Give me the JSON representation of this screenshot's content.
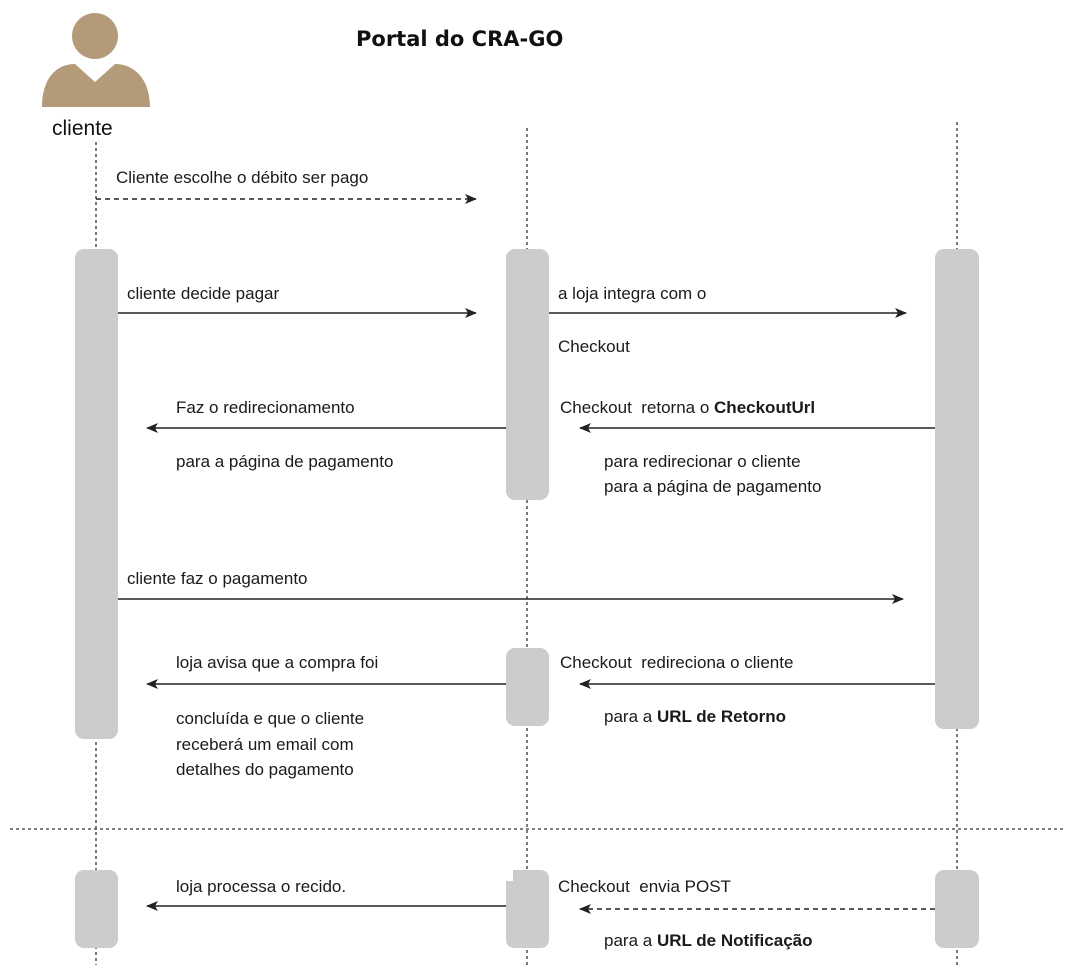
{
  "title": "Portal do CRA-GO",
  "actor": {
    "label": "cliente",
    "icon": "user-icon",
    "color": "#b39b7a"
  },
  "colors": {
    "activation_bar": "#cccccc",
    "lines": "#222222",
    "text": "#1a1a1a"
  },
  "messages": {
    "choose_debt": "Cliente escolhe o débito ser pago",
    "decide_pay": "cliente decide pagar",
    "integrate_line1": "a loja integra com o",
    "integrate_line2": "Checkout",
    "redirect_line1": "Faz o redirecionamento",
    "redirect_line2": "para a página de pagamento",
    "returns_prefix": "Checkout  retorna o ",
    "returns_bold": "CheckoutUrl",
    "returns_line2": "para redirecionar o cliente",
    "returns_line3": "para a página de pagamento",
    "pays": "cliente faz o pagamento",
    "notify_line1": "loja avisa que a compra foi",
    "notify_line2": "concluída e que o cliente",
    "notify_line3": "receberá um email com",
    "notify_line4": "detalhes do pagamento",
    "redirects_line1": "Checkout  redireciona o cliente",
    "redirects_prefix": "para a ",
    "redirects_bold": "URL de Retorno",
    "process": "loja processa o recido.",
    "post_line1": "Checkout  envia POST",
    "post_prefix": "para a ",
    "post_bold": "URL de Notificação"
  }
}
